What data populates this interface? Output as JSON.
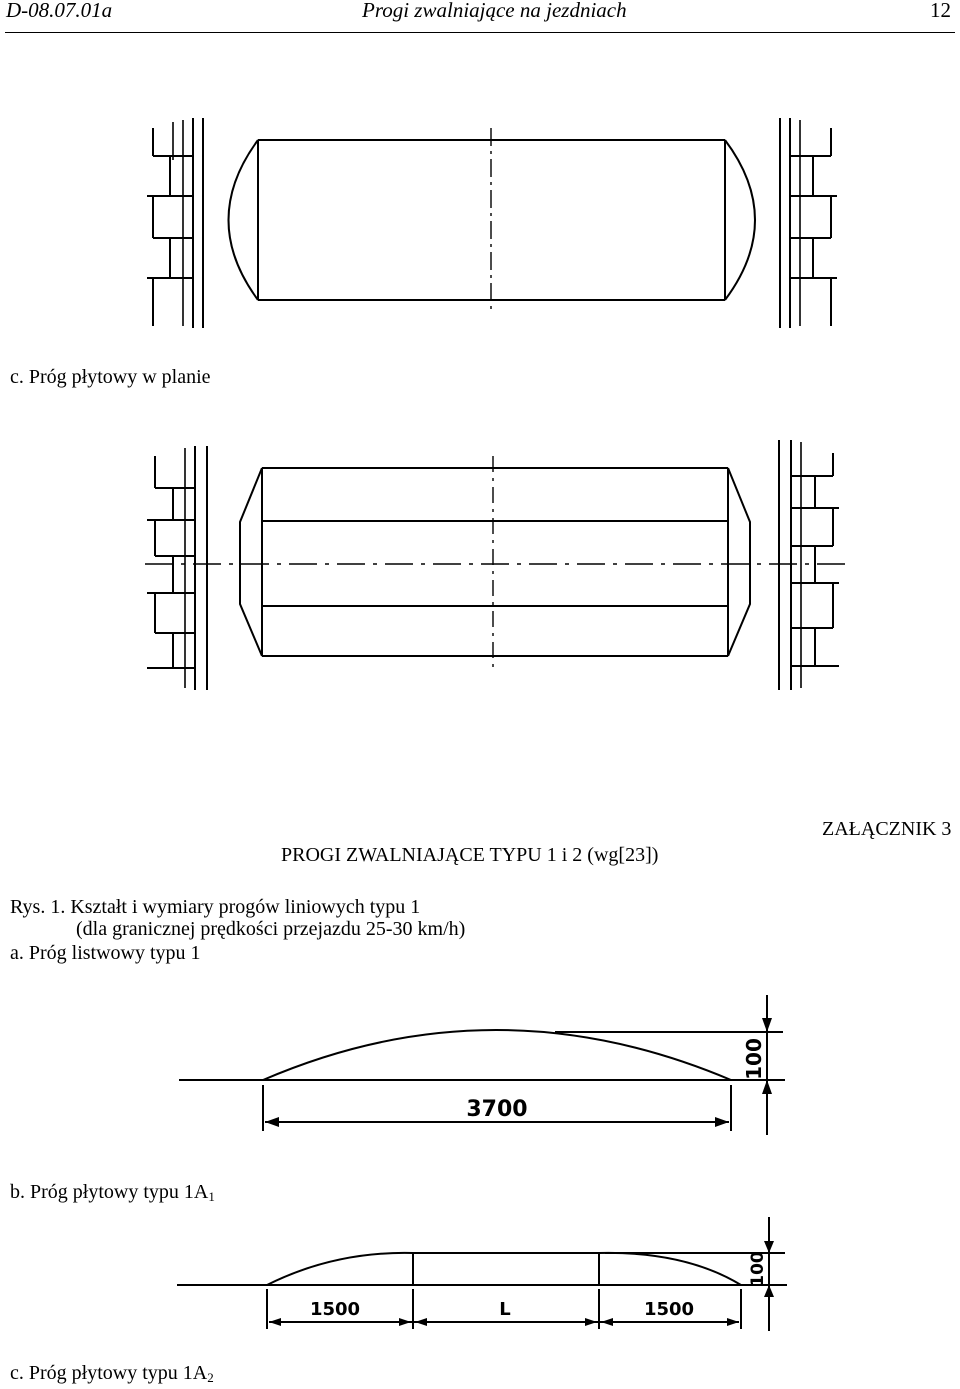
{
  "header": {
    "code": "D-08.07.01a",
    "title": "Progi zwalniające na jezdniach",
    "page": "12"
  },
  "captions": {
    "plan": "c.  Próg płytowy w planie",
    "section_title": "PROGI  ZWALNIAJĄCE  TYPU 1 i 2 (wg[23])",
    "attachment": "ZAŁĄCZNIK 3",
    "fig_line1": "Rys. 1. Kształt i wymiary progów liniowych typu 1",
    "fig_line2": "(dla granicznej prędkości przejazdu 25-30 km/h)",
    "a": "a.  Próg listwowy typu 1",
    "b_text": "b.  Próg płytowy typu 1A",
    "b_sub": "1",
    "c_text": "c.  Próg płytowy typu 1A",
    "c_sub": "2"
  },
  "dimensions": {
    "a_length": "3700",
    "a_height": "100",
    "b_left": "1500",
    "b_mid": "L",
    "b_right": "1500",
    "b_height": "100"
  }
}
